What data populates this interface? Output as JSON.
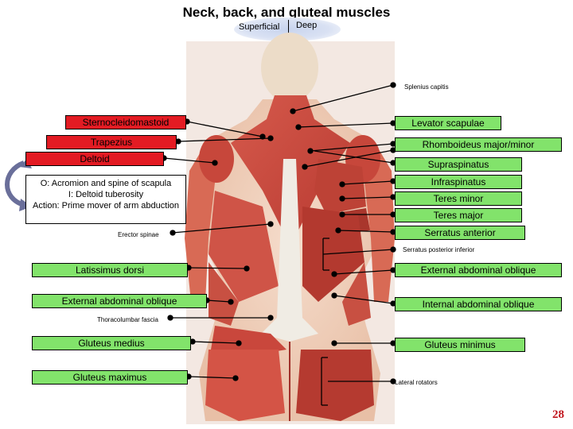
{
  "title": "Neck, back, and gluteal muscles",
  "view_toggle": {
    "superficial": "Superficial",
    "deep": "Deep"
  },
  "left_labels": {
    "sternocleidomastoid": "Sternocleidomastoid",
    "trapezius": "Trapezius",
    "deltoid": "Deltoid",
    "erector_spinae": "Erector spinae",
    "latissimus_dorsi": "Latissimus dorsi",
    "external_abdominal_oblique": "External abdominal oblique",
    "thoracolumbar_fascia": "Thoracolumbar fascia",
    "gluteus_medius": "Gluteus medius",
    "gluteus_maximus": "Gluteus maximus"
  },
  "right_labels": {
    "splenius_capitis": "Splenius capitis",
    "levator_scapulae": "Levator scapulae",
    "rhomboideus": "Rhomboideus major/minor",
    "supraspinatus": "Supraspinatus",
    "infraspinatus": "Infraspinatus",
    "teres_minor": "Teres minor",
    "teres_major": "Teres major",
    "serratus_anterior": "Serratus anterior",
    "serratus_posterior_inferior": "Serratus posterior inferior",
    "external_abdominal_oblique": "External abdominal oblique",
    "internal_abdominal_oblique": "Internal abdominal oblique",
    "gluteus_minimus": "Gluteus minimus",
    "lateral_rotators": "Lateral rotators"
  },
  "deltoid_info": "O: Acromion and spine of scapula\nI: Deltoid tuberosity\nAction: Prime mover of arm abduction",
  "page_number": "28",
  "colors": {
    "red_label": "#e31b23",
    "green_label": "#82e36b",
    "muscle": "#c9473c",
    "skin": "#f1d2c0",
    "page_number": "#c0141c"
  }
}
